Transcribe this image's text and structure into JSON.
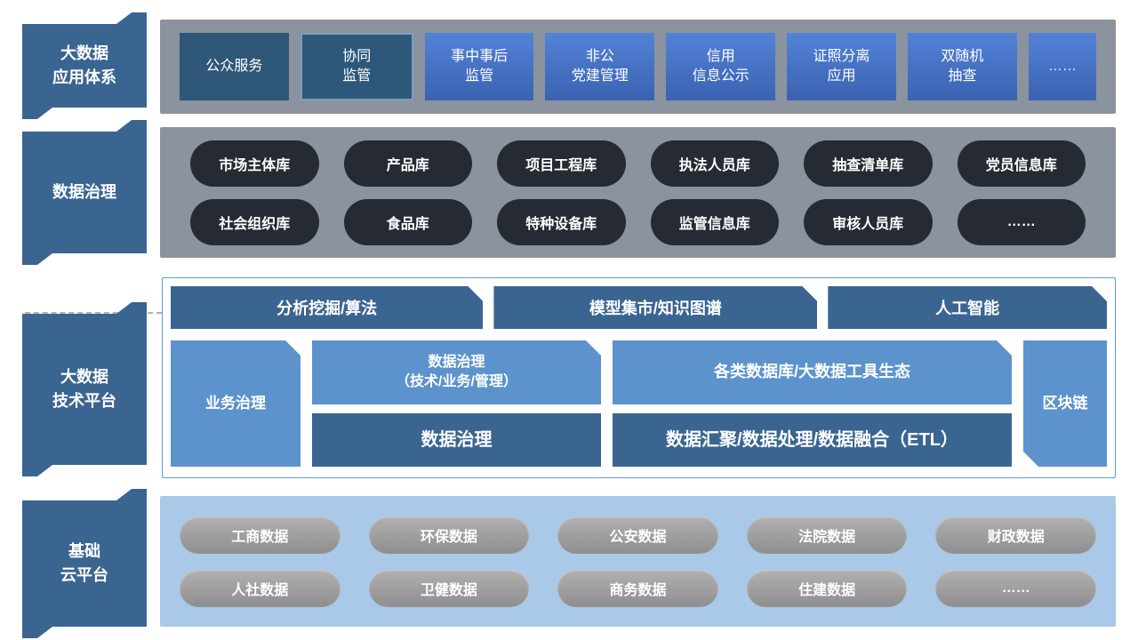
{
  "app_layer": {
    "label": "大数据\n应用体系",
    "items": [
      {
        "label": "公众服务"
      },
      {
        "label": "协同\n监管"
      },
      {
        "label": "事中事后\n监管"
      },
      {
        "label": "非公\n党建管理"
      },
      {
        "label": "信用\n信息公示"
      },
      {
        "label": "证照分离\n应用"
      },
      {
        "label": "双随机\n抽查"
      },
      {
        "label": "……"
      }
    ]
  },
  "governance_layer": {
    "label": "数据治理",
    "rows": [
      [
        "市场主体库",
        "产品库",
        "项目工程库",
        "执法人员库",
        "抽查清单库",
        "党员信息库"
      ],
      [
        "社会组织库",
        "食品库",
        "特种设备库",
        "监管信息库",
        "审核人员库",
        "……"
      ]
    ]
  },
  "platform_layer": {
    "label": "大数据\n技术平台",
    "top_row": [
      "分析挖掘/算法",
      "模型集市/知识图谱",
      "人工智能"
    ],
    "left_box": "业务治理",
    "right_box": "区块链",
    "mid_boxes": [
      "数据治理\n（技术/业务/管理）",
      "各类数据库/大数据工具生态"
    ],
    "bottom_boxes": [
      "数据治理",
      "数据汇聚/数据处理/数据融合（ETL）"
    ]
  },
  "cloud_layer": {
    "label": "基础\n云平台",
    "rows": [
      [
        "工商数据",
        "环保数据",
        "公安数据",
        "法院数据",
        "财政数据"
      ],
      [
        "人社数据",
        "卫健数据",
        "商务数据",
        "住建数据",
        "……"
      ]
    ]
  },
  "colors": {
    "ribbon_label": "#3a6591",
    "gray_container": "#8b939e",
    "navy_box": "#2e5778",
    "blue_box_gradient_top": "#5383d6",
    "blue_box_gradient_bottom": "#3a62b2",
    "dark_pill": "#262b33",
    "steel_box": "#3a6591",
    "light_blue_box": "#5c93cc",
    "cloud_background": "#aac8e8",
    "gray_pill": "#9c9c9c",
    "platform_border": "#5b9bd5"
  }
}
